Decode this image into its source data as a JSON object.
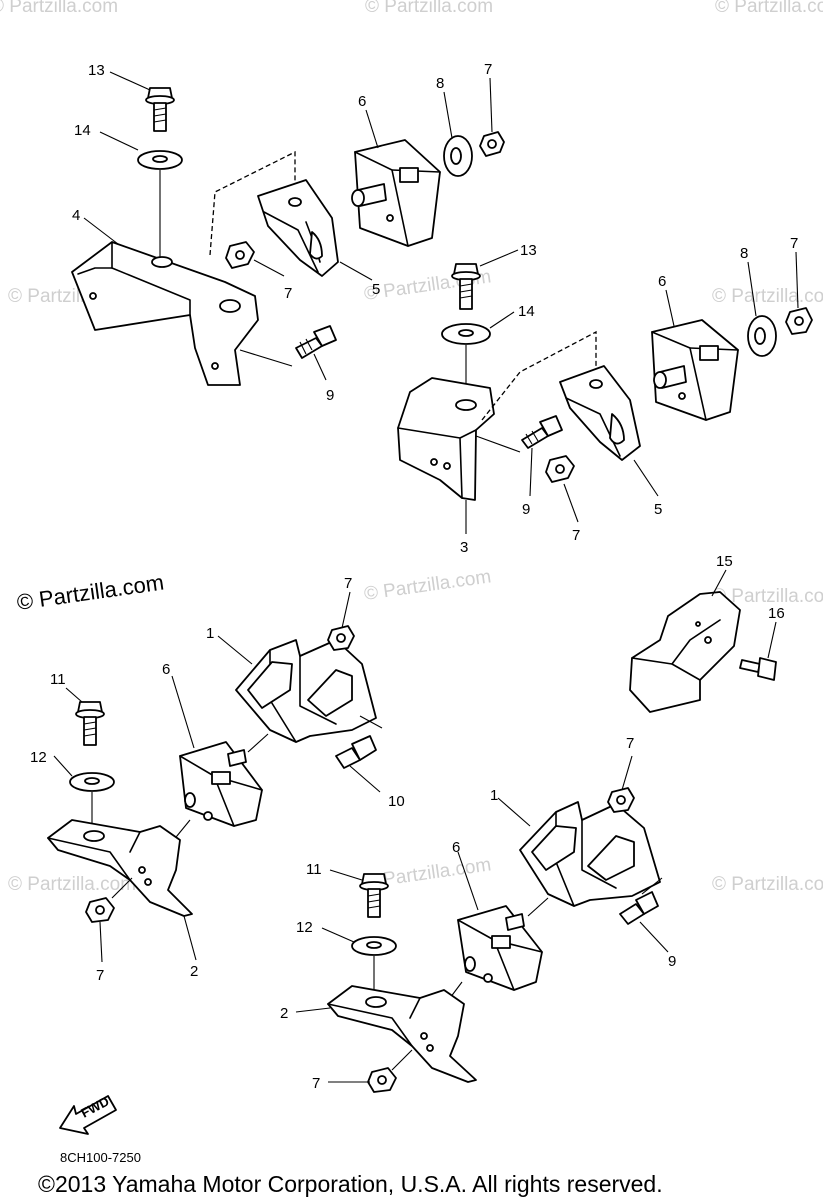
{
  "diagram": {
    "part_code": "8CH100-7250",
    "fwd_label": "FWD",
    "copyright": "©2013  Yamaha Motor Corporation, U.S.A. All rights reserved.",
    "watermark": "© Partzilla.com",
    "callouts": {
      "c13a": "13",
      "c14a": "14",
      "c4": "4",
      "c6a": "6",
      "c8a": "8",
      "c7a": "7",
      "c7b": "7",
      "c5a": "5",
      "c9a": "9",
      "c13b": "13",
      "c14b": "14",
      "c6b": "6",
      "c8b": "8",
      "c7c": "7",
      "c9b": "9",
      "c7d": "7",
      "c5b": "5",
      "c3": "3",
      "c15": "15",
      "c16": "16",
      "c1a": "1",
      "c7e": "7",
      "c11a": "11",
      "c6c": "6",
      "c12a": "12",
      "c10": "10",
      "c7f": "7",
      "c2a": "2",
      "c1b": "1",
      "c7g": "7",
      "c6d": "6",
      "c11b": "11",
      "c12b": "12",
      "c9c": "9",
      "c2b": "2",
      "c7h": "7"
    }
  }
}
